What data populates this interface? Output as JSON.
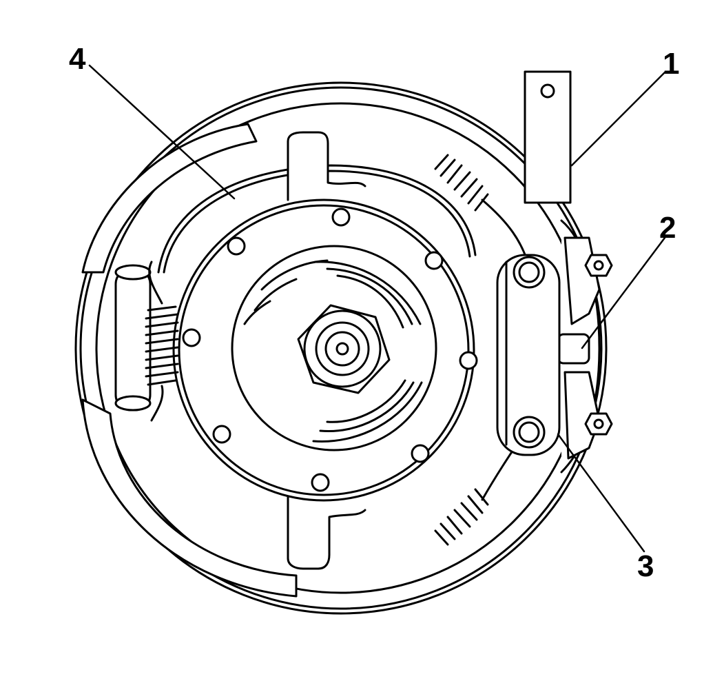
{
  "callouts": [
    {
      "id": "1",
      "label": "1"
    },
    {
      "id": "2",
      "label": "2"
    },
    {
      "id": "3",
      "label": "3"
    },
    {
      "id": "4",
      "label": "4"
    }
  ],
  "colors": {
    "ink": "#000000",
    "paper": "#ffffff"
  },
  "stud_holes": 8
}
